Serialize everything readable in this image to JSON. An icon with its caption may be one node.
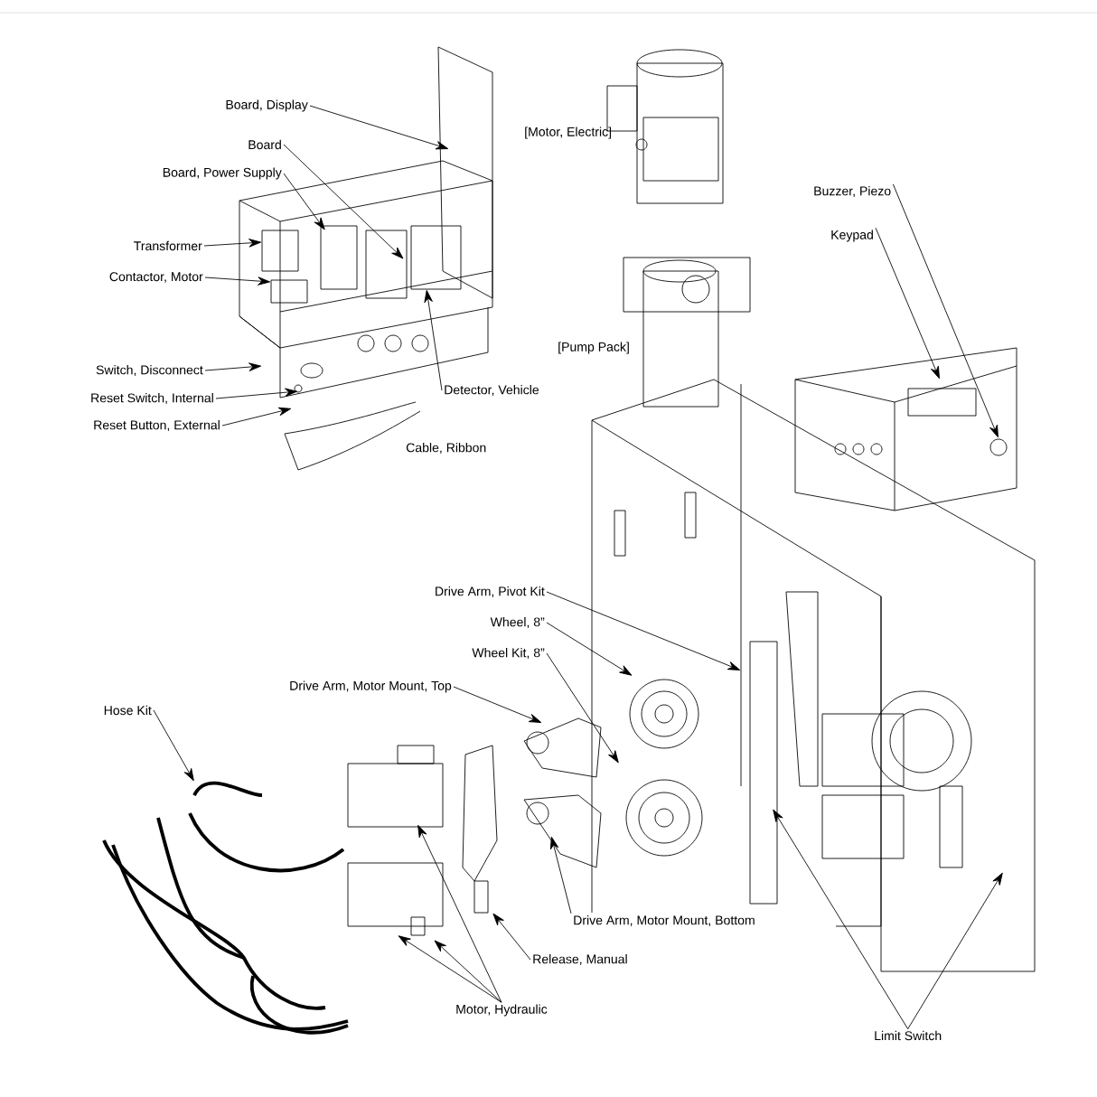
{
  "diagram": {
    "nodes": [
      {
        "text": [
          "Board, Display"
        ]
      },
      {
        "text": [
          "Board"
        ]
      },
      {
        "text": [
          "Board, Power Supply"
        ]
      },
      {
        "text": [
          "Transformer"
        ]
      },
      {
        "text": [
          "Contactor, Motor"
        ]
      },
      {
        "text": [
          "Switch, Disconnect"
        ]
      },
      {
        "text": [
          "Reset Switch, Internal"
        ]
      },
      {
        "text": [
          "Reset Button, External"
        ]
      },
      {
        "text": [
          "Detector, Vehicle"
        ]
      },
      {
        "text": [
          "Buzzer, Piezo"
        ]
      },
      {
        "text": [
          "Keypad"
        ]
      },
      {
        "text": [
          "Drive Arm, Pivot Kit"
        ]
      },
      {
        "text": [
          "Wheel, 8”"
        ]
      },
      {
        "text": [
          "Wheel Kit, 8”"
        ]
      },
      {
        "text": [
          "Drive Arm, Motor Mount, Top"
        ]
      },
      {
        "text": [
          "Hose Kit"
        ]
      },
      {
        "text": [
          "Drive Arm, Motor Mount, Bottom"
        ]
      },
      {
        "text": [
          "Release, Manual"
        ]
      },
      {
        "text": [
          "Motor, Hydraulic"
        ]
      },
      {
        "text": [
          "Limit Switch"
        ]
      }
    ],
    "edges": [
      {
        "from": 0,
        "to": null,
        "arrow": "to"
      },
      {
        "from": 1,
        "to": null,
        "arrow": "to"
      },
      {
        "from": 2,
        "to": null,
        "arrow": "to"
      },
      {
        "from": 3,
        "to": null,
        "arrow": "to"
      },
      {
        "from": 4,
        "to": null,
        "arrow": "to"
      },
      {
        "from": 5,
        "to": null,
        "arrow": "to"
      },
      {
        "from": 6,
        "to": null,
        "arrow": "to"
      },
      {
        "from": 7,
        "to": null,
        "arrow": "to"
      },
      {
        "from": 8,
        "to": null,
        "arrow": "to"
      },
      {
        "from": 9,
        "to": null,
        "arrow": "to"
      },
      {
        "from": 10,
        "to": null,
        "arrow": "to"
      },
      {
        "from": 11,
        "to": null,
        "arrow": "to"
      },
      {
        "from": 12,
        "to": null,
        "arrow": "to"
      },
      {
        "from": 13,
        "to": null,
        "arrow": "to"
      },
      {
        "from": 14,
        "to": null,
        "arrow": "to"
      },
      {
        "from": 15,
        "to": null,
        "arrow": "to"
      },
      {
        "from": 16,
        "to": null,
        "arrow": "to"
      },
      {
        "from": 17,
        "to": null,
        "arrow": "to"
      },
      {
        "from": 18,
        "to": null,
        "arrow": "to"
      },
      {
        "from": 18,
        "to": null,
        "arrow": "to"
      },
      {
        "from": 18,
        "to": null,
        "arrow": "to"
      },
      {
        "from": 19,
        "to": null,
        "arrow": "to"
      },
      {
        "from": 19,
        "to": null,
        "arrow": "to"
      }
    ],
    "labels": [
      "[Motor, Electric]",
      "[Pump Pack]",
      "Cable, Ribbon"
    ]
  }
}
